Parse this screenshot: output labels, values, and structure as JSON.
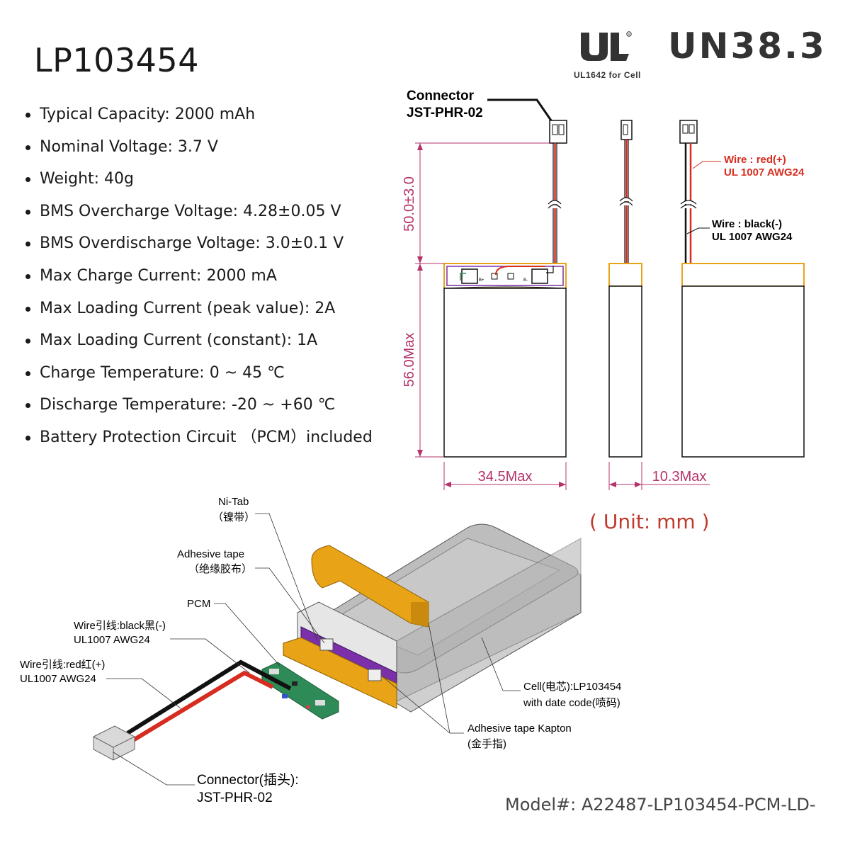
{
  "product": {
    "title": "LP103454",
    "model": "Model#: A22487-LP103454-PCM-LD-"
  },
  "specs": [
    "Typical Capacity: 2000 mAh",
    "Nominal Voltage: 3.7 V",
    "Weight: 40g",
    "BMS Overcharge Voltage: 4.28±0.05 V",
    "BMS Overdischarge Voltage: 3.0±0.1 V",
    "Max Charge Current: 2000 mA",
    "Max Loading Current (peak value): 2A",
    "Max Loading Current (constant): 1A",
    "Charge Temperature: 0 ~ 45 ℃",
    "Discharge Temperature: -20 ~ +60 ℃",
    "Battery Protection Circuit （PCM）included"
  ],
  "certifications": {
    "ul_mark": "UL",
    "ul_note": "UL1642 for Cell",
    "un": "UN38.3"
  },
  "drawing": {
    "connector_label_1": "Connector",
    "connector_label_2": "JST-PHR-02",
    "wire_red_1": "Wire : red(+)",
    "wire_red_2": "UL 1007 AWG24",
    "wire_black_1": "Wire : black(-)",
    "wire_black_2": "UL 1007 AWG24",
    "dim_wire": "50.0±3.0",
    "dim_height": "56.0Max",
    "dim_width": "34.5Max",
    "dim_thickness": "10.3Max",
    "pcb_b_plus": "B+",
    "pcb_b_minus": "B-",
    "unit": "( Unit: mm )"
  },
  "exploded": {
    "ni_tab_1": "Ni-Tab",
    "ni_tab_2": "（镍带）",
    "adhesive_1": "Adhesive tape",
    "adhesive_2": "（绝缘胶布）",
    "pcm": "PCM",
    "wire_black_1": "Wire引线:black黑(-)",
    "wire_black_2": "UL1007 AWG24",
    "wire_red_1": "Wire引线:red红(+)",
    "wire_red_2": "UL1007 AWG24",
    "cell_1": "Cell(电芯):LP103454",
    "cell_2": "with date code(喷码)",
    "kapton_1": "Adhesive tape Kapton",
    "kapton_2": "(金手指)",
    "connector_1": "Connector(插头):",
    "connector_2": "JST-PHR-02"
  },
  "colors": {
    "dimension": "#b5336a",
    "wire_red": "#d62d20",
    "wire_black": "#111111",
    "tape": "#e8a317",
    "kapton_purple": "#7b2fa8",
    "pcb_green": "#2e8b57",
    "cell_gray": "#bdbdbd",
    "unit_text": "#c0392b"
  },
  "icons": [
    "ul-recognized-mark",
    "bullet-dot"
  ]
}
